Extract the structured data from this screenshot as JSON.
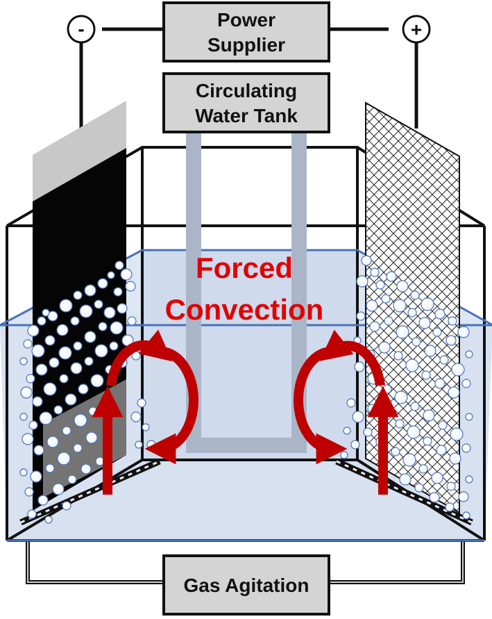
{
  "labels": {
    "power_line1": "Power",
    "power_line2": "Supplier",
    "water_line1": "Circulating",
    "water_line2": "Water Tank",
    "convection_line1": "Forced",
    "convection_line2": "Convection",
    "gas": "Gas Agitation",
    "negative": "-",
    "positive": "+"
  },
  "colors": {
    "electrolyte": "#d7e1f0",
    "tank_edge": "#4a72b8",
    "pipe": "#aab6c8",
    "arrow": "#bf0000",
    "convection_text": "#e00000",
    "box_fill": "#d4d4d4",
    "cathode": "#050505",
    "cathode_top": "#c8c8c8"
  },
  "icons": {
    "negative_terminal": "minus-circle-icon",
    "positive_terminal": "plus-circle-icon"
  }
}
